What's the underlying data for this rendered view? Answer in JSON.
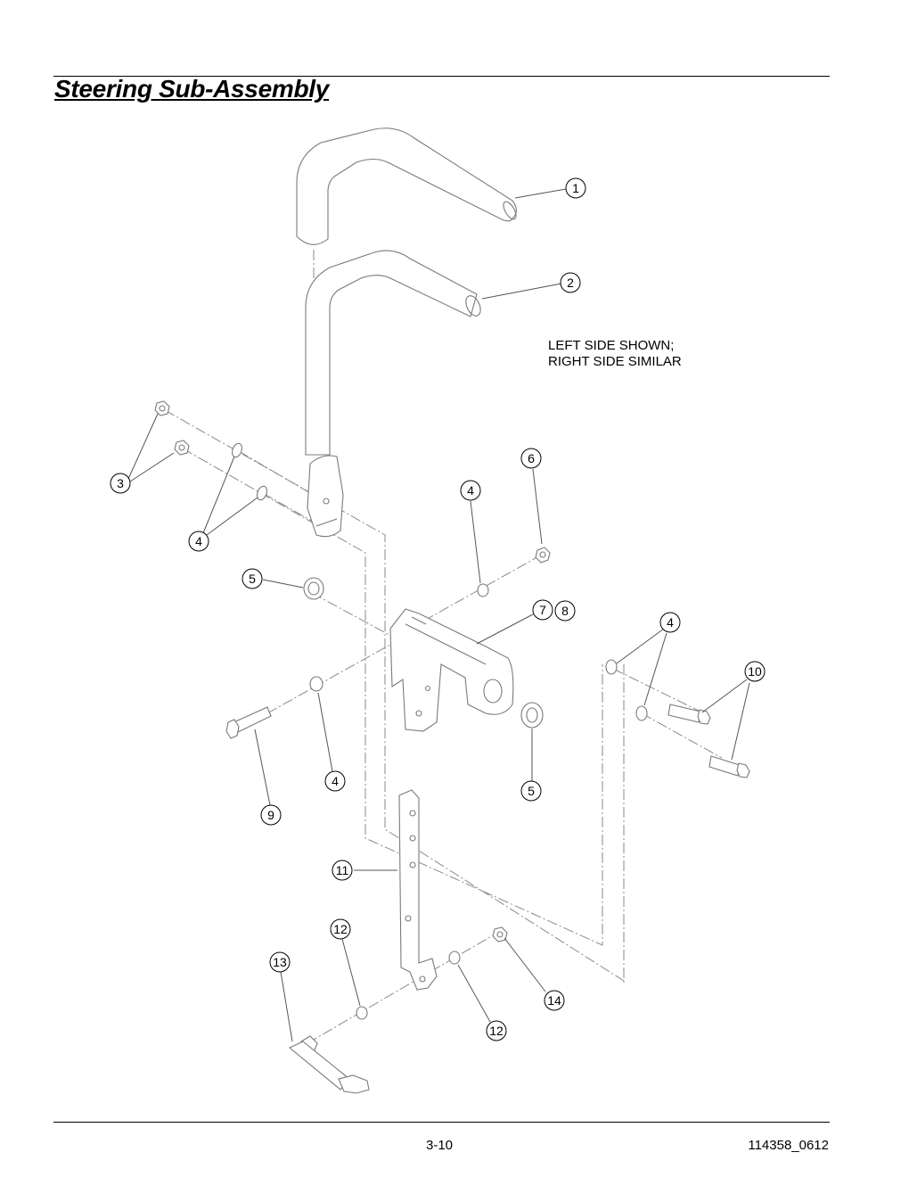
{
  "page": {
    "title": "Steering Sub-Assembly",
    "note_lines": [
      "LEFT SIDE SHOWN;",
      "RIGHT SIDE SIMILAR"
    ],
    "page_number": "3-10",
    "document_id": "114358_0612"
  },
  "callouts": [
    {
      "label": "1"
    },
    {
      "label": "2"
    },
    {
      "label": "3"
    },
    {
      "label": "4"
    },
    {
      "label": "4"
    },
    {
      "label": "4"
    },
    {
      "label": "6"
    },
    {
      "label": "5"
    },
    {
      "label": "7"
    },
    {
      "label": "8"
    },
    {
      "label": "4"
    },
    {
      "label": "10"
    },
    {
      "label": "4"
    },
    {
      "label": "5"
    },
    {
      "label": "9"
    },
    {
      "label": "11"
    },
    {
      "label": "12"
    },
    {
      "label": "13"
    },
    {
      "label": "14"
    },
    {
      "label": "12"
    }
  ]
}
